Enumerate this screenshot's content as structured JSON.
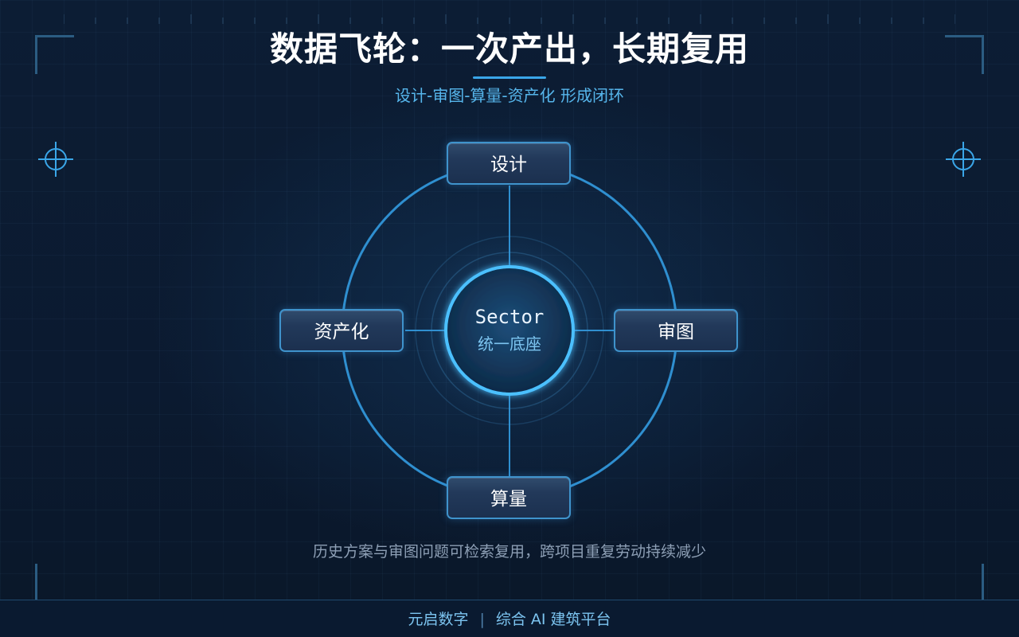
{
  "header": {
    "title": "数据飞轮：一次产出，长期复用",
    "subtitle": "设计-审图-算量-资产化 形成闭环"
  },
  "diagram": {
    "nodes": {
      "top": "设计",
      "right": "审图",
      "bottom": "算量",
      "left": "资产化"
    },
    "center": {
      "title": "Sector",
      "subtitle": "统一底座"
    }
  },
  "note": "历史方案与审图问题可检索复用，跨项目重复劳动持续减少",
  "footer": {
    "left": "元启数字",
    "separator": "|",
    "right": "综合 AI 建筑平台"
  },
  "colors": {
    "background": "#0b1a30",
    "accent": "#3aa6e8",
    "ring": "#2f8fd0",
    "node_border": "#3f93cc",
    "center_glow": "#4cc0ff"
  },
  "icons": [
    "crosshair-icon"
  ]
}
